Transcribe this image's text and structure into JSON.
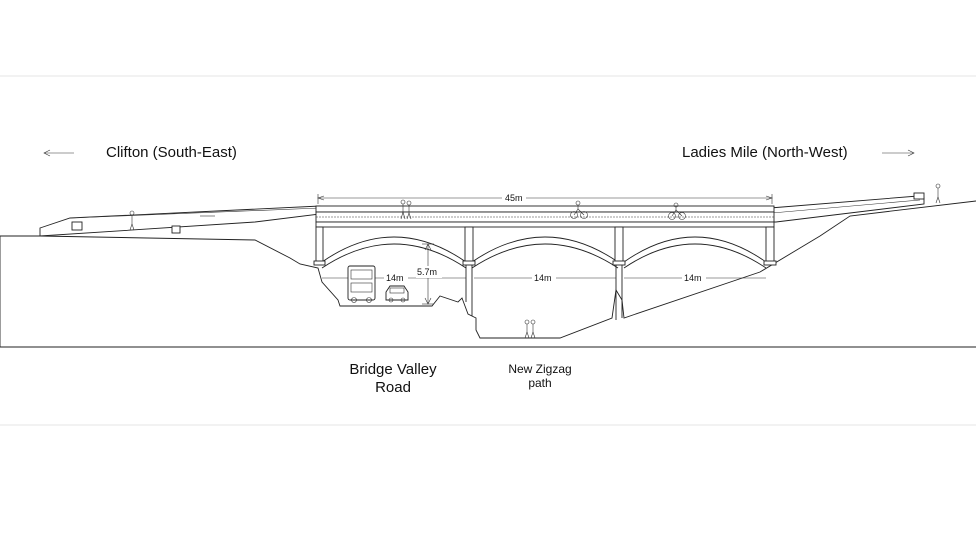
{
  "labels": {
    "left_direction": "Clifton (South-East)",
    "right_direction": "Ladies Mile (North-West)",
    "road_line1": "Bridge Valley",
    "road_line2": "Road",
    "path_line1": "New Zigzag",
    "path_line2": "path"
  },
  "dimensions": {
    "total_span": "45m",
    "arch_left_span": "14m",
    "arch_middle_span": "14m",
    "arch_right_span": "14m",
    "clearance_height": "5.7m"
  },
  "colors": {
    "line": "#222222",
    "background": "#ffffff"
  }
}
